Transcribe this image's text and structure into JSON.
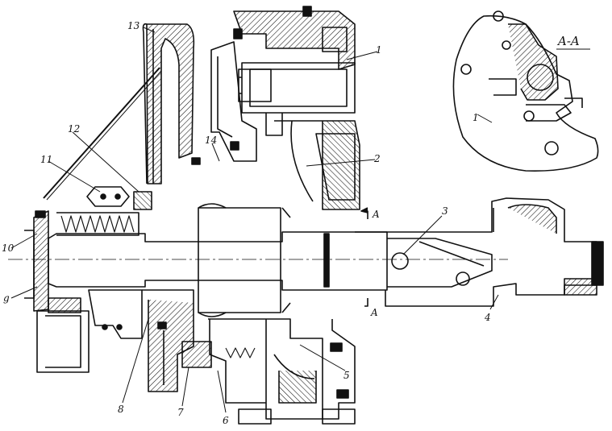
{
  "figure": {
    "section_label": "A-A",
    "section_marks": [
      "A",
      "A"
    ],
    "callouts": [
      "1",
      "2",
      "3",
      "4",
      "5",
      "6",
      "7",
      "8",
      "g",
      "10",
      "11",
      "12",
      "13",
      "14"
    ],
    "ink_color": "#111111",
    "paper_color": "#ffffff"
  }
}
